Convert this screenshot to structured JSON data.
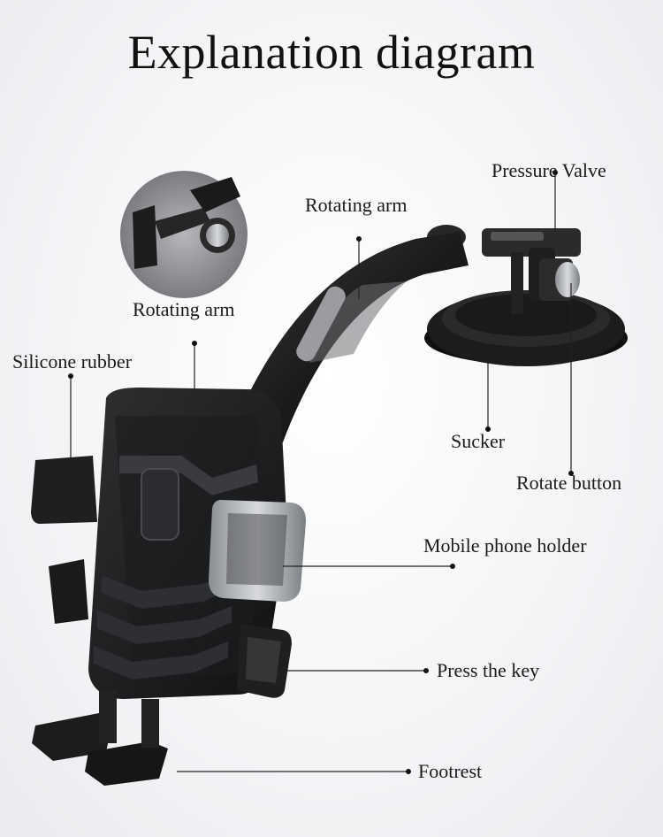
{
  "title": "Explanation diagram",
  "labels": {
    "pressure_valve": "Pressure Valve",
    "rotating_arm_top": "Rotating arm",
    "rotating_arm_inset": "Rotating arm",
    "silicone_rubber": "Silicone rubber",
    "sucker": "Sucker",
    "rotate_button": "Rotate button",
    "mobile_phone_holder": "Mobile phone holder",
    "press_the_key": "Press the key",
    "footrest": "Footrest"
  }
}
